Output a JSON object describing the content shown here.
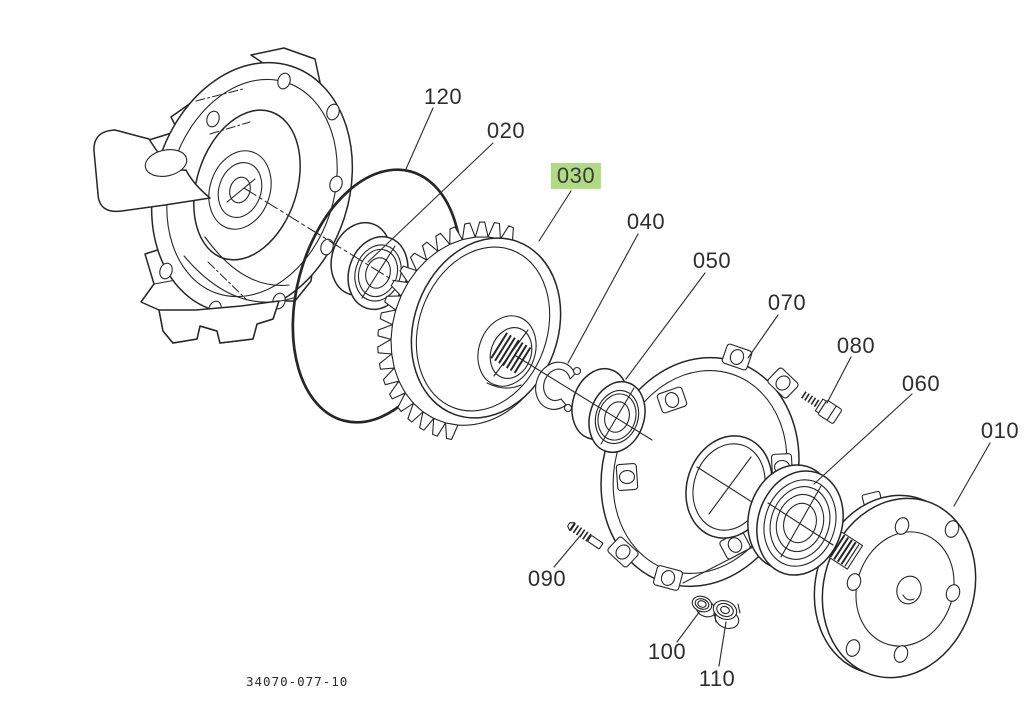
{
  "drawing": {
    "number": "34070-077-10",
    "background_color": "#ffffff",
    "line_color": "#262626",
    "highlight_color": "#b0db85"
  },
  "labels": [
    {
      "id": "120",
      "text": "120",
      "highlighted": false
    },
    {
      "id": "020",
      "text": "020",
      "highlighted": false
    },
    {
      "id": "030",
      "text": "030",
      "highlighted": true
    },
    {
      "id": "040",
      "text": "040",
      "highlighted": false
    },
    {
      "id": "050",
      "text": "050",
      "highlighted": false
    },
    {
      "id": "070",
      "text": "070",
      "highlighted": false
    },
    {
      "id": "080",
      "text": "080",
      "highlighted": false
    },
    {
      "id": "060",
      "text": "060",
      "highlighted": false
    },
    {
      "id": "010",
      "text": "010",
      "highlighted": false
    },
    {
      "id": "090",
      "text": "090",
      "highlighted": false
    },
    {
      "id": "100",
      "text": "100",
      "highlighted": false
    },
    {
      "id": "110",
      "text": "110",
      "highlighted": false
    }
  ]
}
